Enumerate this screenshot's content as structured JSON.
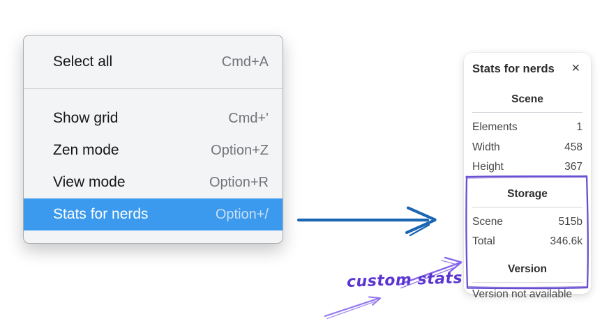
{
  "menu": {
    "items": [
      {
        "label": "Select all",
        "shortcut": "Cmd+A"
      },
      {
        "label": "Show grid",
        "shortcut": "Cmd+'"
      },
      {
        "label": "Zen mode",
        "shortcut": "Option+Z"
      },
      {
        "label": "View mode",
        "shortcut": "Option+R"
      },
      {
        "label": "Stats for nerds",
        "shortcut": "Option+/"
      }
    ],
    "active_item": "Stats for nerds",
    "highlight_color": "#3b9aee"
  },
  "stats_panel": {
    "title": "Stats for nerds",
    "close_icon": "✕",
    "scene": {
      "heading": "Scene",
      "rows": [
        {
          "label": "Elements",
          "value": "1"
        },
        {
          "label": "Width",
          "value": "458"
        },
        {
          "label": "Height",
          "value": "367"
        }
      ]
    },
    "storage": {
      "heading": "Storage",
      "rows": [
        {
          "label": "Scene",
          "value": "515b"
        },
        {
          "label": "Total",
          "value": "346.6k"
        }
      ]
    },
    "version": {
      "heading": "Version",
      "note": "Version not available"
    }
  },
  "annotation": {
    "label": "custom stats",
    "highlight_box_color": "#6a4fd0",
    "arrow_color": "#8566e9",
    "text_color": "#5b35cf",
    "pointer_arrow_color": "#1b66b2"
  }
}
